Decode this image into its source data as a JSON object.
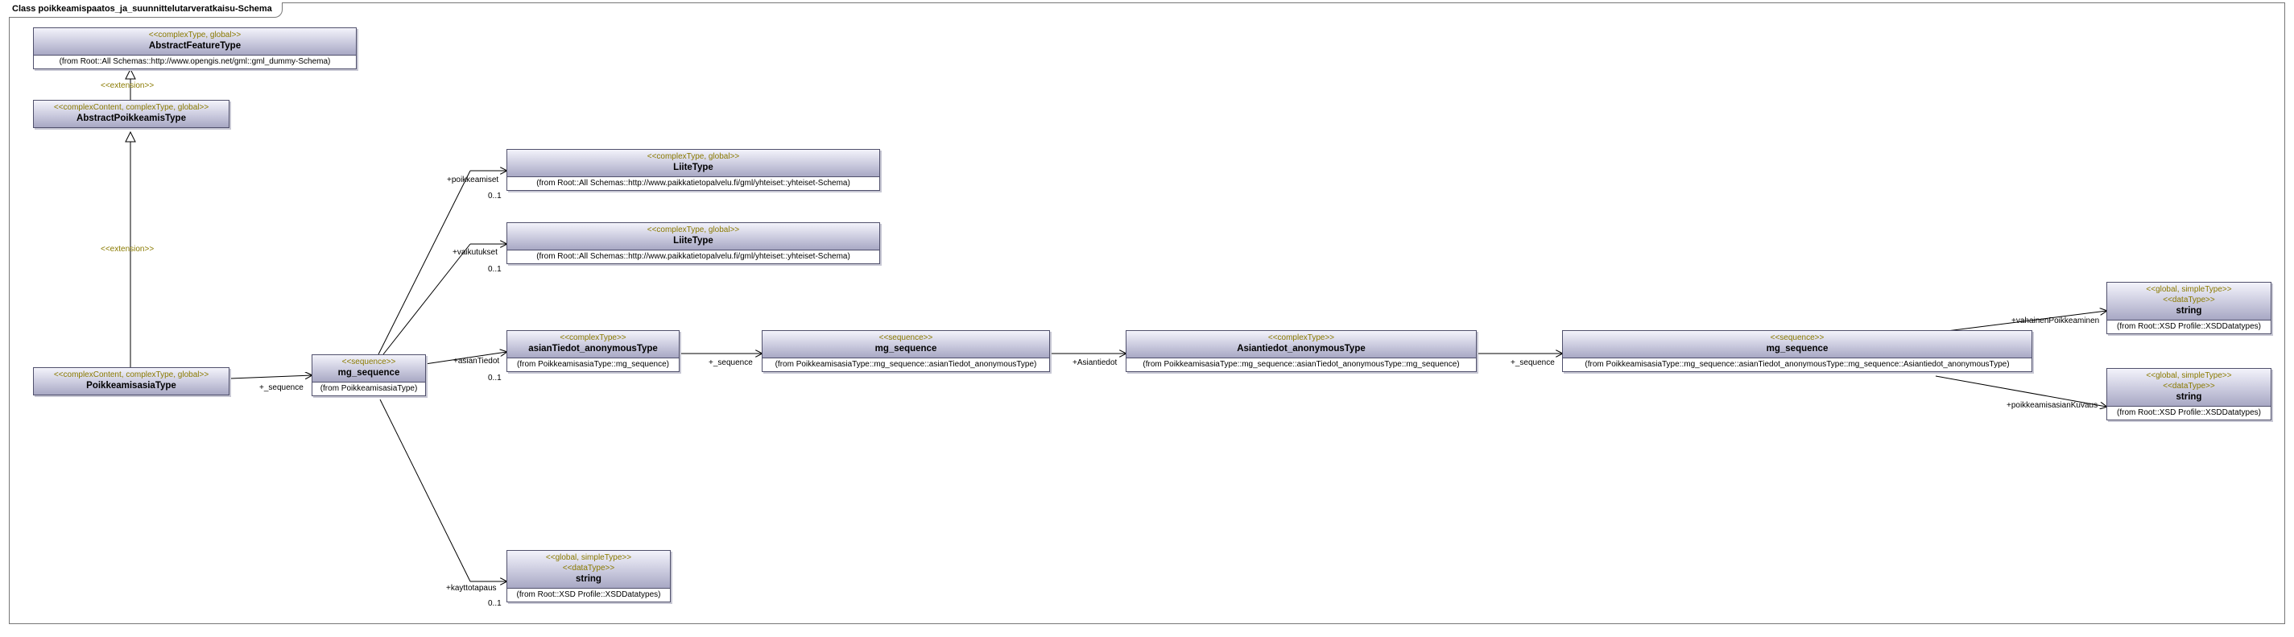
{
  "diagram": {
    "frame_title": "Class poikkeamispaatos_ja_suunnittelutarveratkaisu-Schema",
    "classes": {
      "abstract_feature": {
        "stereotypes": [
          "<<complexType, global>>"
        ],
        "name": "AbstractFeatureType",
        "from": "(from Root::All Schemas::http://www.opengis.net/gml::gml_dummy-Schema)"
      },
      "abstract_poikkeamis": {
        "stereotypes": [
          "<<complexContent, complexType, global>>"
        ],
        "name": "AbstractPoikkeamisType",
        "from": ""
      },
      "poikkeamisasia": {
        "stereotypes": [
          "<<complexContent, complexType, global>>"
        ],
        "name": "PoikkeamisasiaType",
        "from": ""
      },
      "mg_sequence_1": {
        "stereotypes": [
          "<<sequence>>"
        ],
        "name": "mg_sequence",
        "from": "(from PoikkeamisasiaType)"
      },
      "liite_1": {
        "stereotypes": [
          "<<complexType, global>>"
        ],
        "name": "LiiteType",
        "from": "(from Root::All Schemas::http://www.paikkatietopalvelu.fi/gml/yhteiset::yhteiset-Schema)"
      },
      "liite_2": {
        "stereotypes": [
          "<<complexType, global>>"
        ],
        "name": "LiiteType",
        "from": "(from Root::All Schemas::http://www.paikkatietopalvelu.fi/gml/yhteiset::yhteiset-Schema)"
      },
      "asian_tiedot": {
        "stereotypes": [
          "<<complexType>>"
        ],
        "name": "asianTiedot_anonymousType",
        "from": "(from PoikkeamisasiaType::mg_sequence)"
      },
      "mg_sequence_2": {
        "stereotypes": [
          "<<sequence>>"
        ],
        "name": "mg_sequence",
        "from": "(from PoikkeamisasiaType::mg_sequence::asianTiedot_anonymousType)"
      },
      "asiantiedot": {
        "stereotypes": [
          "<<complexType>>"
        ],
        "name": "Asiantiedot_anonymousType",
        "from": "(from PoikkeamisasiaType::mg_sequence::asianTiedot_anonymousType::mg_sequence)"
      },
      "mg_sequence_3": {
        "stereotypes": [
          "<<sequence>>"
        ],
        "name": "mg_sequence",
        "from": "(from PoikkeamisasiaType::mg_sequence::asianTiedot_anonymousType::mg_sequence::Asiantiedot_anonymousType)"
      },
      "string_1": {
        "stereotypes": [
          "<<global, simpleType>>",
          "<<dataType>>"
        ],
        "name": "string",
        "from": "(from Root::XSD Profile::XSDDatatypes)"
      },
      "string_2": {
        "stereotypes": [
          "<<global, simpleType>>",
          "<<dataType>>"
        ],
        "name": "string",
        "from": "(from Root::XSD Profile::XSDDatatypes)"
      },
      "string_3": {
        "stereotypes": [
          "<<global, simpleType>>",
          "<<dataType>>"
        ],
        "name": "string",
        "from": "(from Root::XSD Profile::XSDDatatypes)"
      }
    },
    "labels": {
      "extension_1": "<<extension>>",
      "extension_2": "<<extension>>",
      "seq_role_1": "+_sequence",
      "poikkeamiset_role": "+poikkeamiset",
      "poikkeamiset_mult": "0..1",
      "vaikutukset_role": "+vaikutukset",
      "vaikutukset_mult": "0..1",
      "asiantiedot_role": "+asianTiedot",
      "asiantiedot_mult": "0..1",
      "kayttotapaus_role": "+kayttotapaus",
      "kayttotapaus_mult": "0..1",
      "seq_role_2": "+_sequence",
      "asiantiedot_role_2": "+Asiantiedot",
      "seq_role_3": "+_sequence",
      "vahainen_role": "+vahainenPoikkeaminen",
      "kuvaus_role": "+poikkeamisasianKuvaus"
    }
  }
}
